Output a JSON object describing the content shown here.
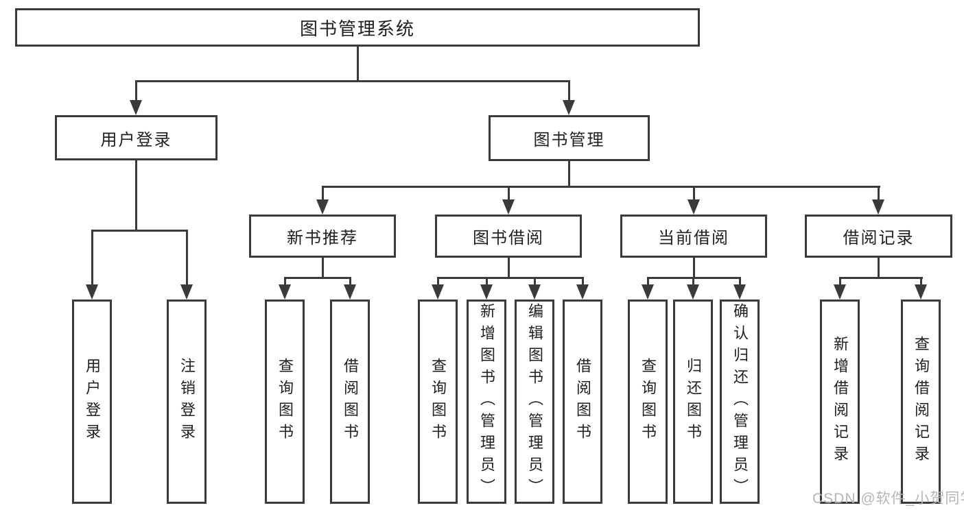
{
  "diagram": {
    "root": "图书管理系统",
    "branches": [
      {
        "label": "用户登录",
        "children": [
          "用户登录",
          "注销登录"
        ]
      },
      {
        "label": "图书管理",
        "children": [
          {
            "label": "新书推荐",
            "children": [
              "查询图书",
              "借阅图书"
            ]
          },
          {
            "label": "图书借阅",
            "children": [
              "查询图书",
              "新增图书（管理员）",
              "编辑图书（管理员）",
              "借阅图书"
            ]
          },
          {
            "label": "当前借阅",
            "children": [
              "查询图书",
              "归还图书",
              "确认归还（管理员）"
            ]
          },
          {
            "label": "借阅记录",
            "children": [
              "新增借阅记录",
              "查询借阅记录"
            ]
          }
        ]
      }
    ],
    "colors": {
      "line": "#3a3a3a",
      "text": "#1f1f1f",
      "box_fill": "#ffffff",
      "watermark": "#b2b2b2"
    }
  },
  "watermark": {
    "text": "CSDN @软件_小贺同学"
  }
}
